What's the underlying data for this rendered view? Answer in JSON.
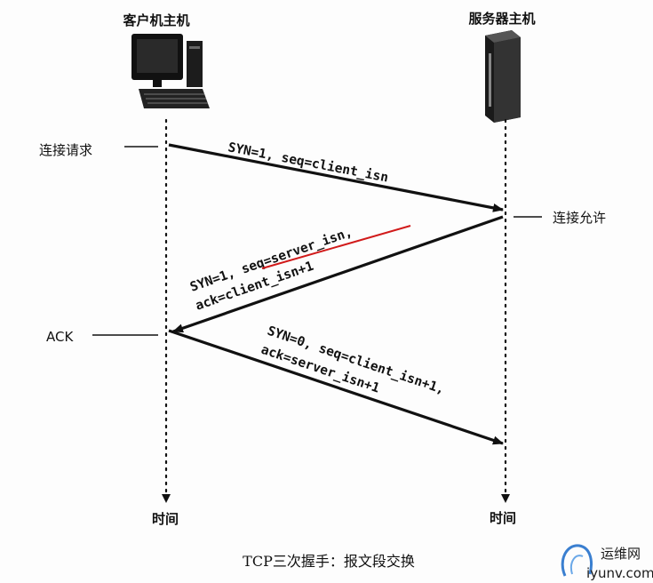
{
  "hosts": {
    "client": "客户机主机",
    "server": "服务器主机"
  },
  "labels": {
    "connect_request": "连接请求",
    "connect_granted": "连接允许",
    "ack": "ACK",
    "time_left": "时间",
    "time_right": "时间"
  },
  "messages": {
    "syn": "SYN=1, seq=client_isn",
    "synack_line1": "SYN=1, seq=server_isn,",
    "synack_line2": "ack=client_isn+1",
    "ack_line1": "SYN=0, seq=client_isn+1,",
    "ack_line2": "ack=server_isn+1"
  },
  "caption": "TCP三次握手：报文段交换",
  "watermark": {
    "name": "运维网",
    "url": "iyunv.com"
  },
  "colors": {
    "ink": "#111111",
    "highlight": "#d11a1a",
    "watermark_blue": "#3a7fd0"
  }
}
